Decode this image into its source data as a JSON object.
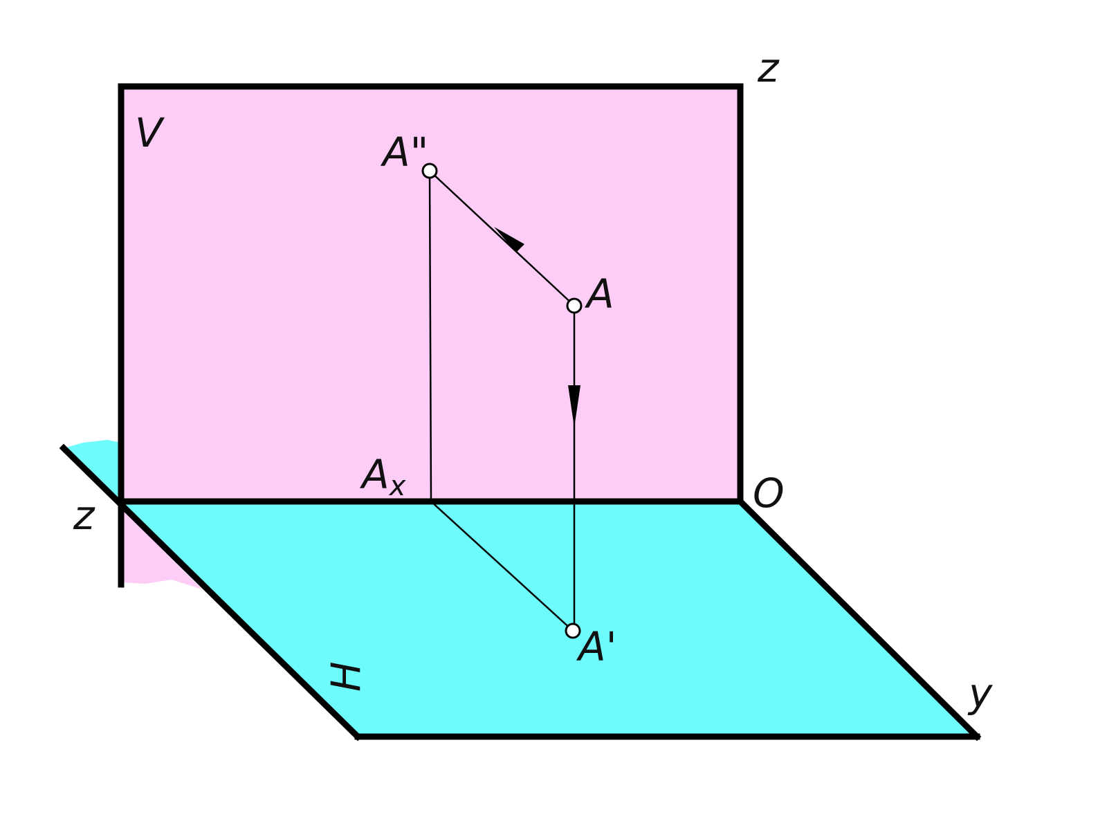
{
  "labels": {
    "z_top": "z",
    "z_left": "z",
    "v_plane": "V",
    "h_plane": "H",
    "a_double": "A\"",
    "a_point": "A",
    "a_x_main": "A",
    "a_x_sub": "x",
    "o_origin": "O",
    "a_prime": "A'",
    "y_axis": "y"
  },
  "colors": {
    "v_plane": "#fdcdf7",
    "h_plane": "#6efbfb",
    "ink": "#000000"
  }
}
